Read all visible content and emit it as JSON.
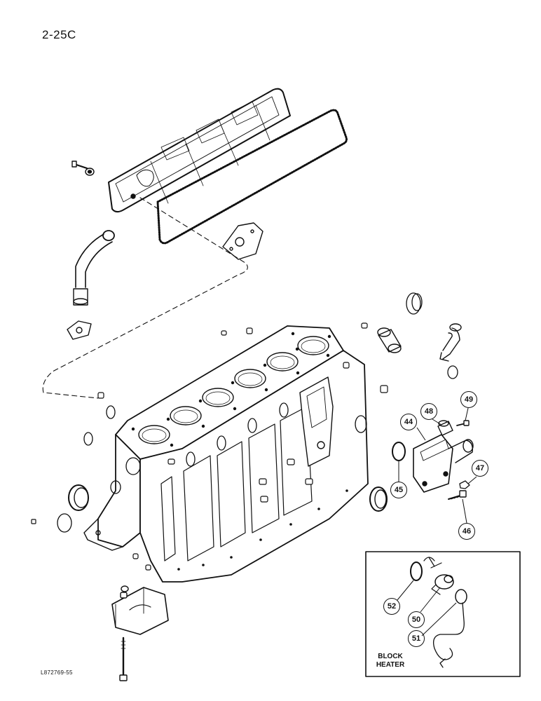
{
  "page": {
    "number": "2-25C",
    "figure_code": "L872769-55"
  },
  "inset": {
    "label_line1": "BLOCK",
    "label_line2": "HEATER"
  },
  "callouts": {
    "c44": "44",
    "c45": "45",
    "c46": "46",
    "c47": "47",
    "c48": "48",
    "c49": "49",
    "c50": "50",
    "c51": "51",
    "c52": "52"
  }
}
